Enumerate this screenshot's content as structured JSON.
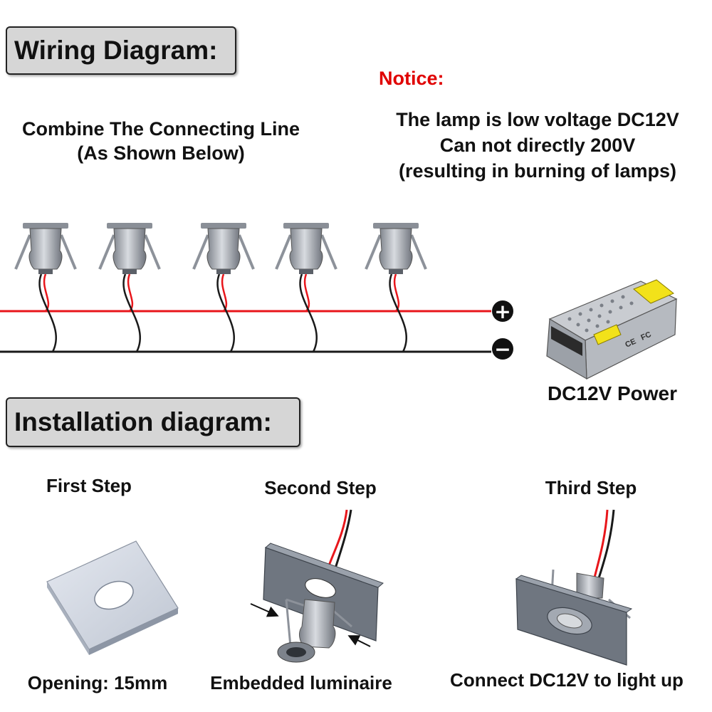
{
  "wiring": {
    "heading": "Wiring Diagram:",
    "subtitle_line1": "Combine The Connecting Line",
    "subtitle_line2": "(As Shown Below)",
    "plus_symbol": "+",
    "minus_symbol": "−",
    "lamp_count": 5
  },
  "notice": {
    "label": "Notice:",
    "line1": "The lamp is low voltage DC12V",
    "line2": "Can not directly 200V",
    "line3": "(resulting in burning of lamps)"
  },
  "power": {
    "label": "DC12V Power",
    "ce_mark": "CE",
    "fc_mark": "FC"
  },
  "installation": {
    "heading": "Installation diagram:",
    "steps": [
      {
        "title": "First Step",
        "caption": "Opening: 15mm"
      },
      {
        "title": "Second Step",
        "caption": "Embedded luminaire"
      },
      {
        "title": "Third Step",
        "caption": "Connect DC12V to light up"
      }
    ]
  },
  "colors": {
    "positive_wire": "#e8161b",
    "negative_wire": "#1a1a1a",
    "notice_red": "#e00000",
    "heading_bg": "#d6d6d6",
    "lamp_metal": "#9ea3ab"
  }
}
